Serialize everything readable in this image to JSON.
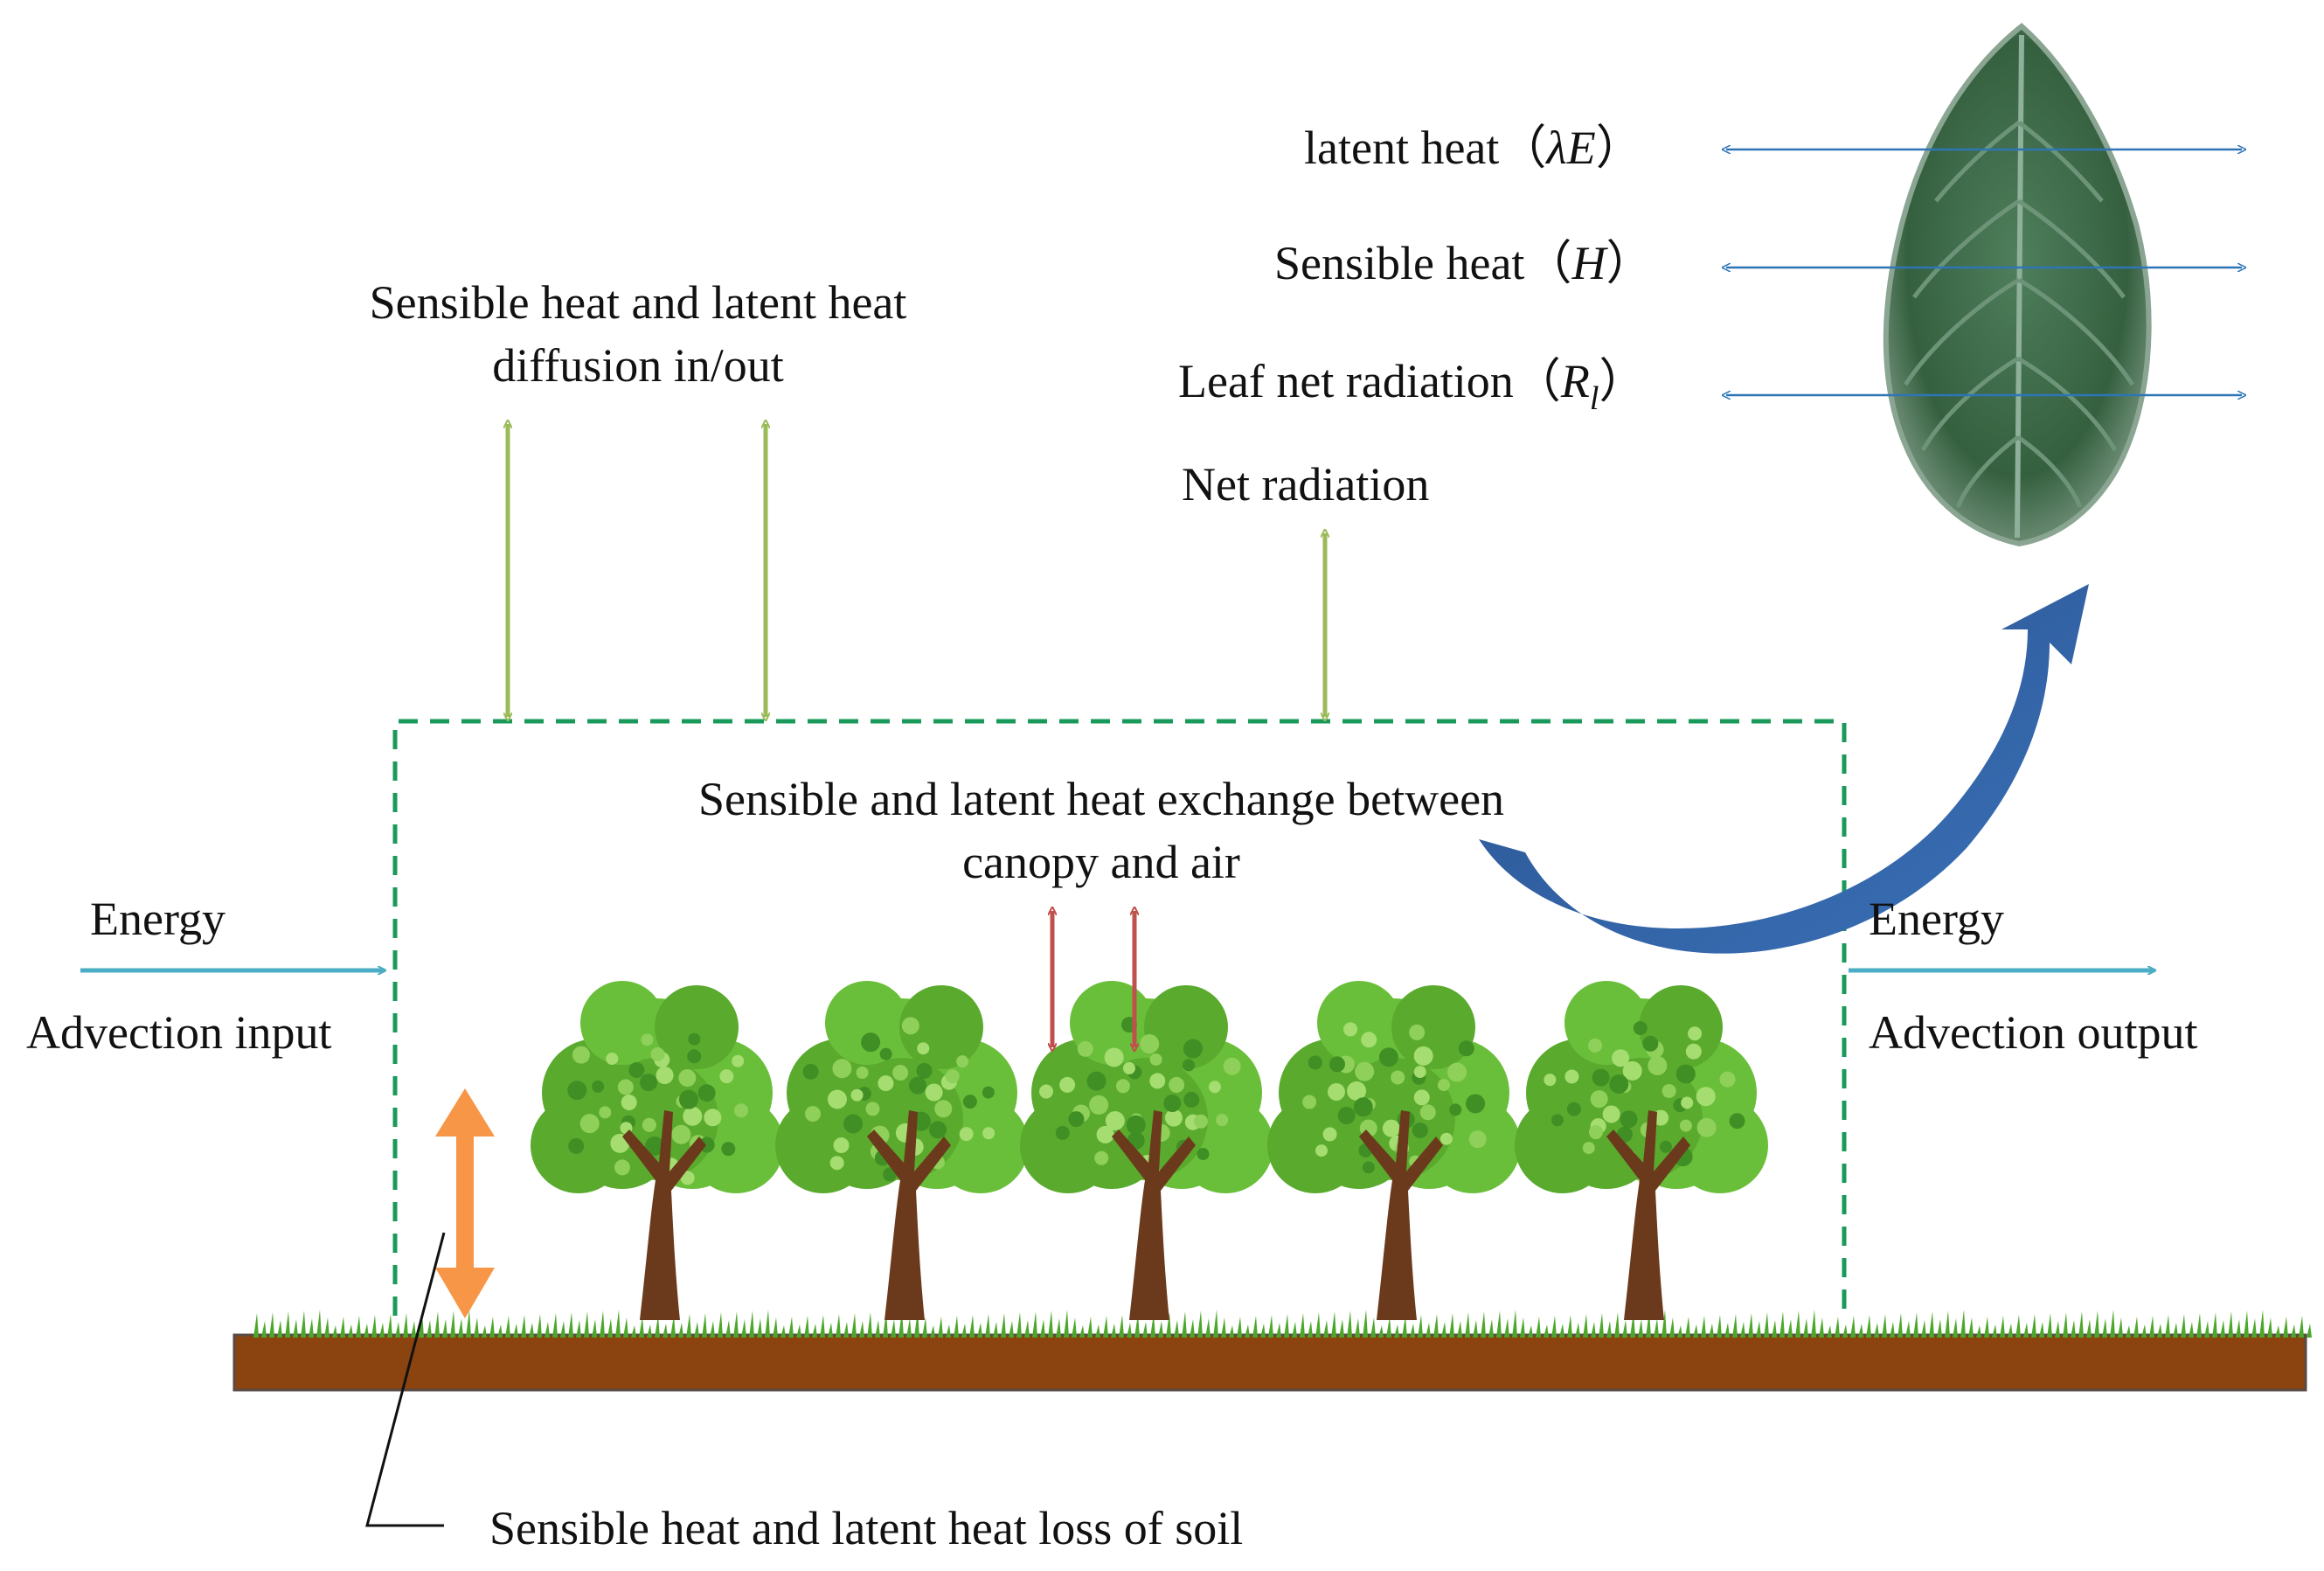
{
  "labels": {
    "diffusion_line1": "Sensible heat and latent heat",
    "diffusion_line2": "diffusion in/out",
    "net_radiation": "Net radiation",
    "latent_heat_text": "latent heat",
    "latent_heat_symbol": "λE",
    "sensible_heat_text": "Sensible heat",
    "sensible_heat_symbol": "H",
    "leaf_radiation_text": "Leaf net radiation",
    "leaf_radiation_symbol": "R",
    "leaf_radiation_subscript": "l",
    "exchange_line1": "Sensible and latent heat exchange between",
    "exchange_line2": "canopy and air",
    "energy_in": "Energy",
    "advection_input": "Advection input",
    "energy_out": "Energy",
    "advection_output": "Advection output",
    "soil_loss": "Sensible heat and latent heat loss of soil"
  },
  "colors": {
    "green_arrow": "#9bbb59",
    "red_arrow": "#c0504d",
    "orange_arrow": "#f79646",
    "teal_arrow": "#4bacc6",
    "leaf_arrow": "#2e75b6",
    "big_arrow": "#2f5f9e",
    "dashed_box": "#1a9a5a",
    "soil": "#8b4410",
    "grass": "#4ca82a",
    "tree_foliage": "#6abf3a",
    "tree_trunk": "#6b3a1c",
    "leaf": "#3f6b4a"
  }
}
